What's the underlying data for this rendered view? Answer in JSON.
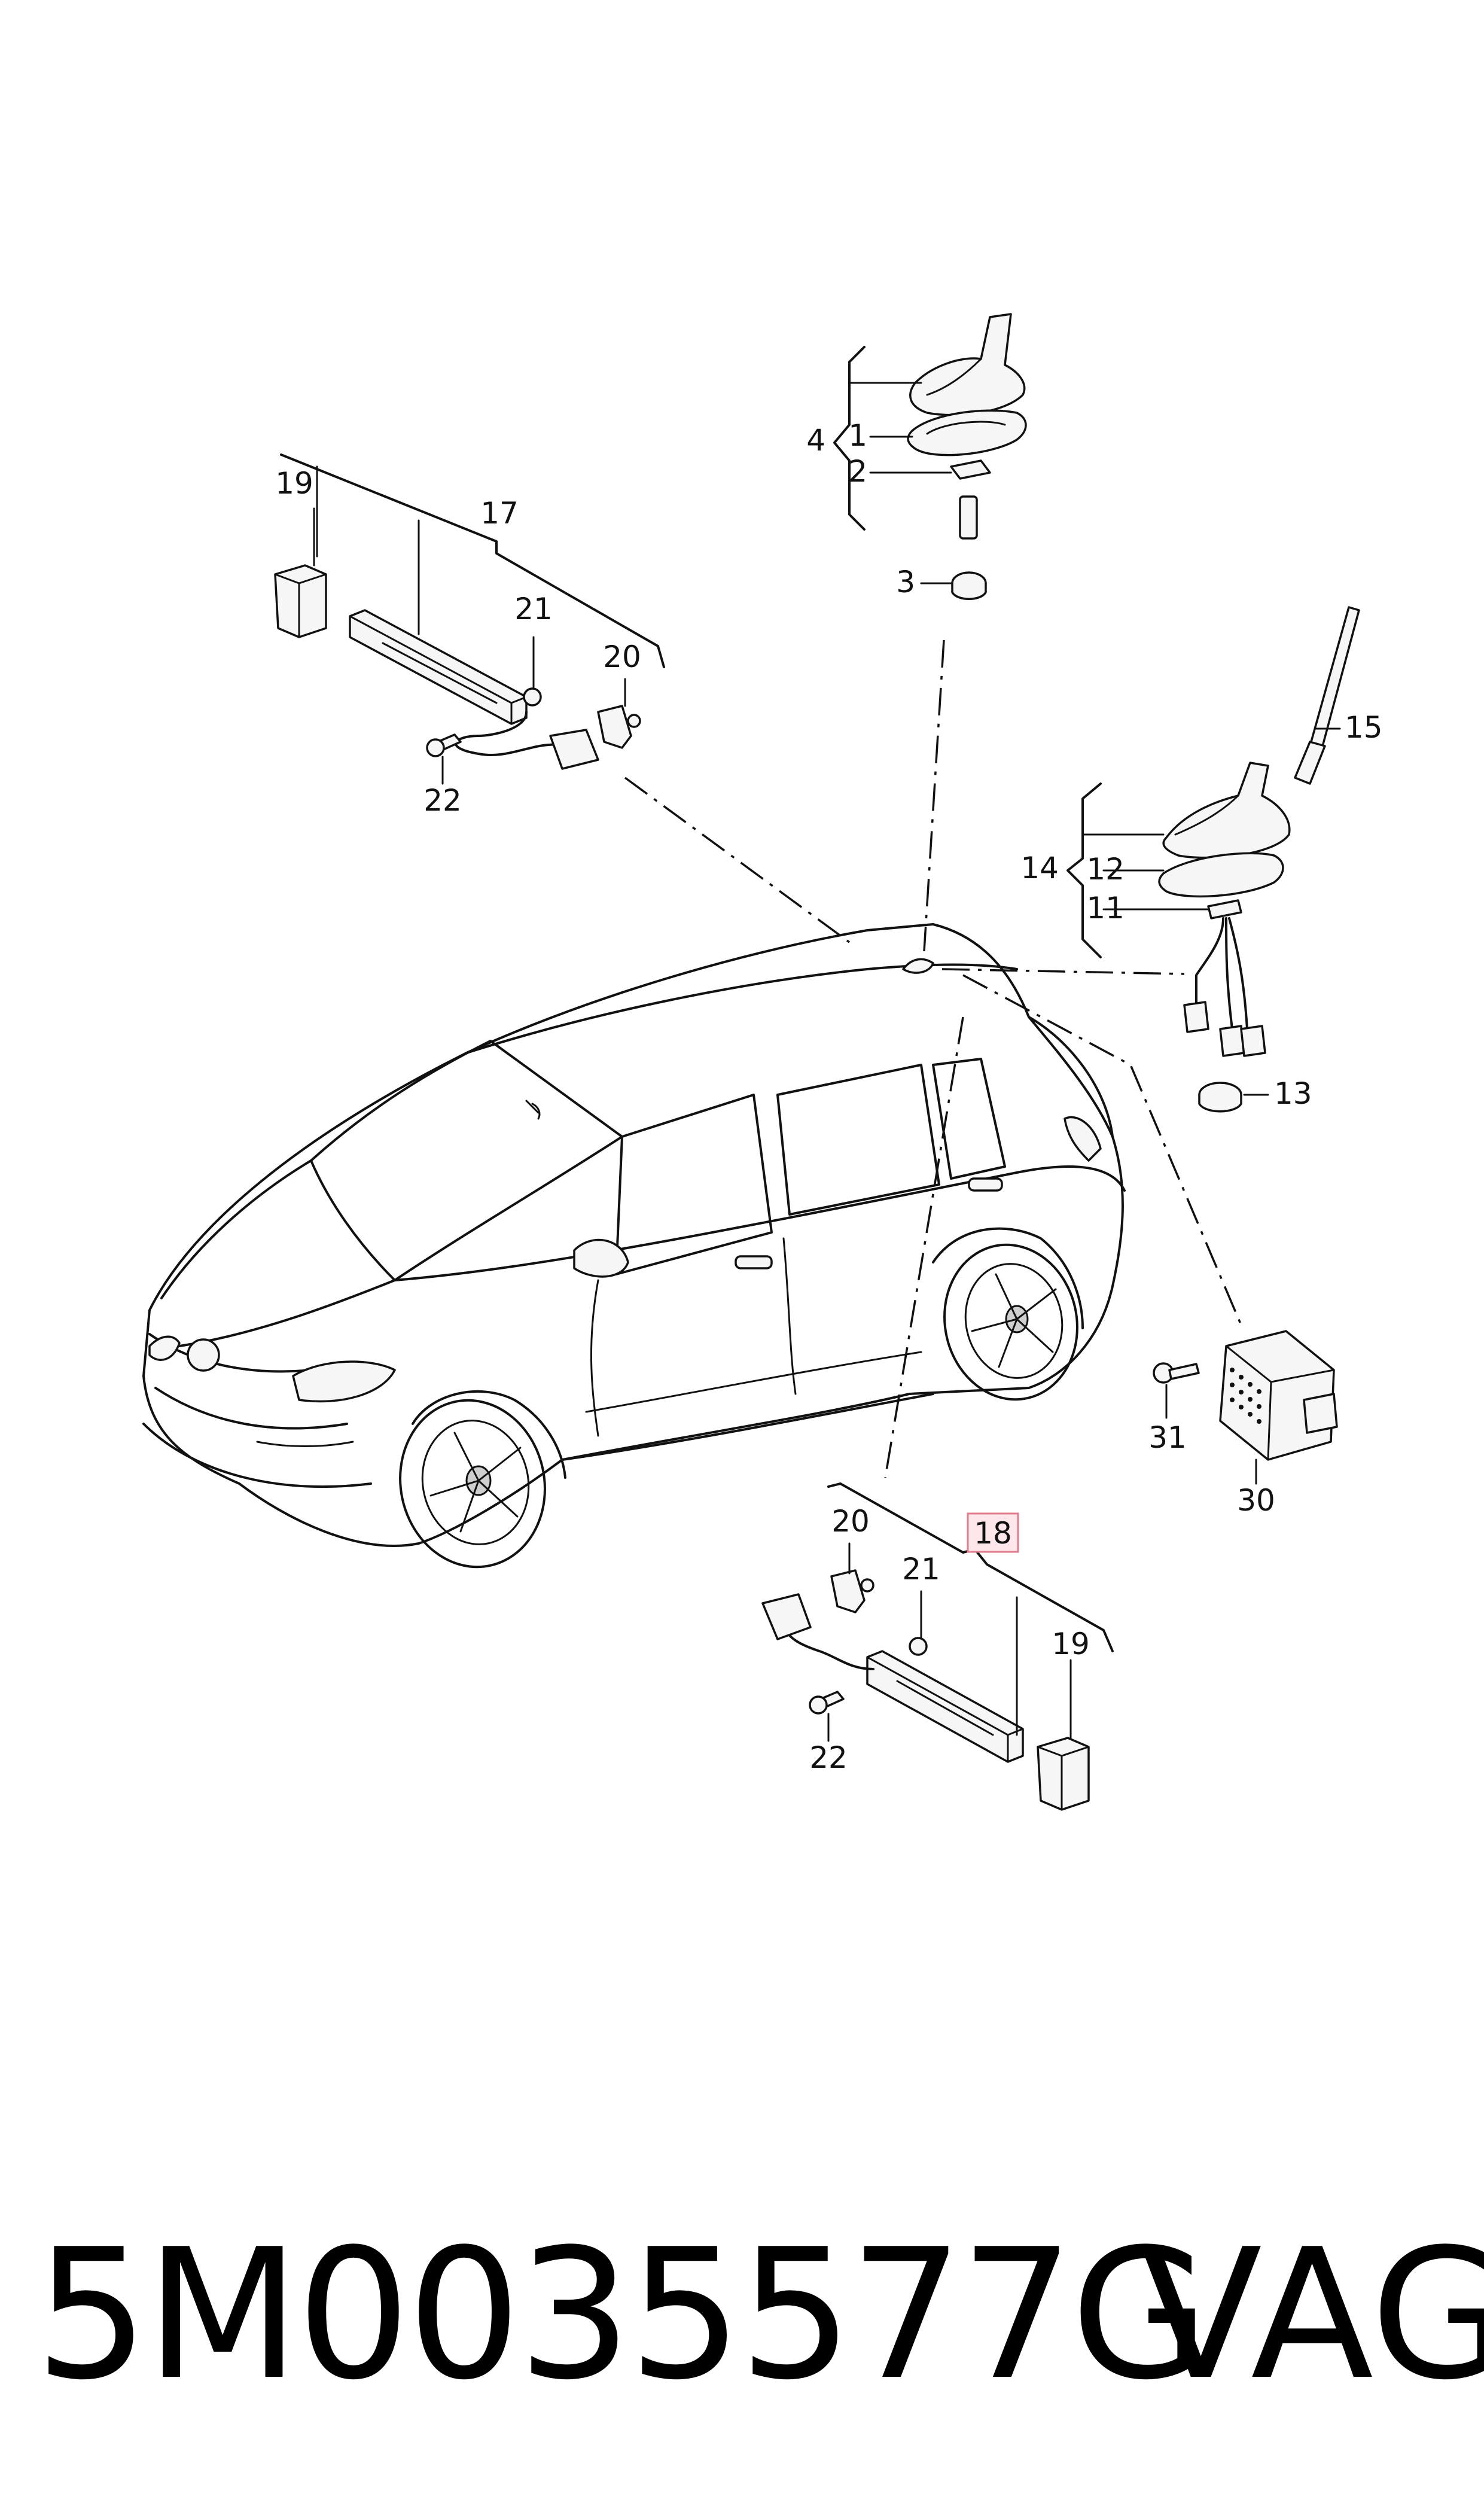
{
  "callouts": {
    "c1": "1",
    "c2": "2",
    "c3": "3",
    "c4": "4",
    "c11": "11",
    "c12": "12",
    "c13": "13",
    "c14": "14",
    "c15": "15",
    "c17": "17",
    "c18": "18",
    "c19a": "19",
    "c19b": "19",
    "c20a": "20",
    "c20b": "20",
    "c21a": "21",
    "c21b": "21",
    "c22a": "22",
    "c22b": "22",
    "c30": "30",
    "c31": "31"
  },
  "footer": {
    "part_number": "5M0035577G",
    "brand": "VAG"
  },
  "colors": {
    "line": "#111111",
    "highlight_fill": "#fde7ea",
    "highlight_stroke": "#e07a8a"
  }
}
